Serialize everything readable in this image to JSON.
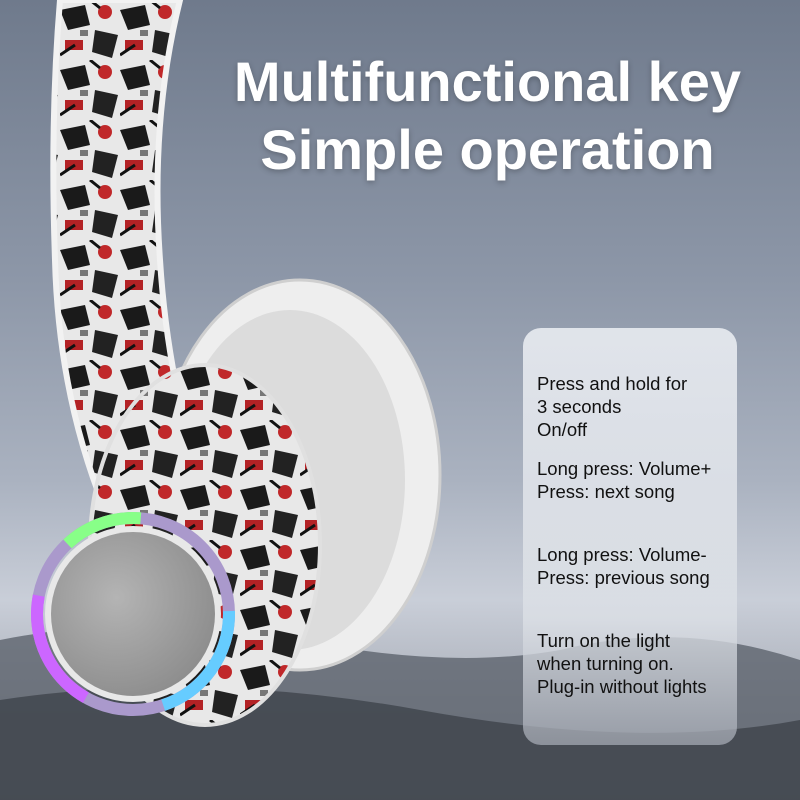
{
  "headline": {
    "line1": "Multifunctional key",
    "line2": "Simple operation"
  },
  "instructions": [
    {
      "lines": [
        "Press and hold for",
        "3 seconds",
        "On/off"
      ]
    },
    {
      "lines": [
        "Long press: Volume+",
        "Press: next song"
      ]
    },
    {
      "lines": [
        "Long press: Volume-",
        "Press: previous song"
      ]
    },
    {
      "lines": [
        "Turn on the light",
        "when turning on.",
        "Plug-in without lights"
      ]
    }
  ],
  "colors": {
    "accent_red": "#c0282a",
    "panel": "#e6e9ee",
    "text": "#111111"
  }
}
